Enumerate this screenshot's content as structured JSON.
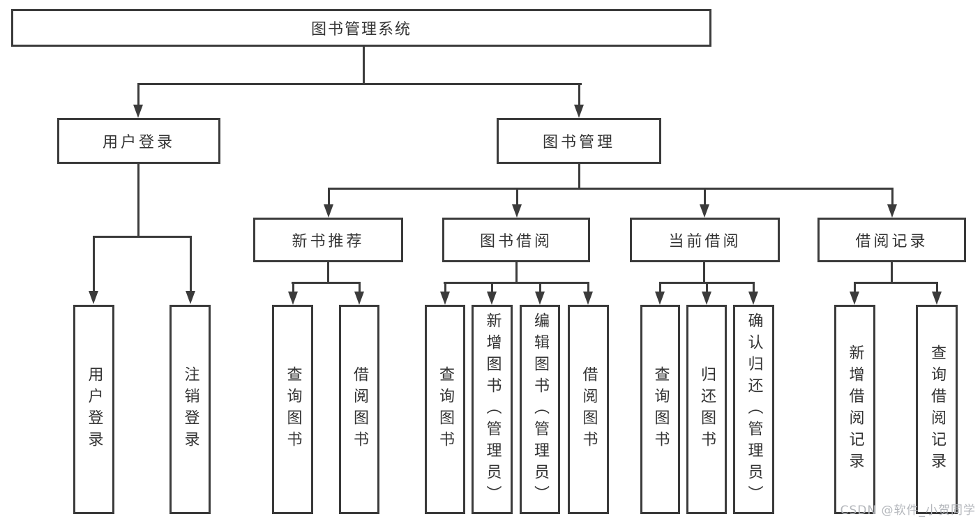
{
  "watermark": "CSDN @软件_小贺同学",
  "colors": {
    "line": "#3b3b3b",
    "text": "#333333",
    "background": "#ffffff",
    "watermark": "#b4b7bc"
  },
  "tree": {
    "root": {
      "label": "图书管理系统"
    },
    "branches": [
      {
        "label": "用户登录",
        "children": [
          {
            "label": "用户登录"
          },
          {
            "label": "注销登录"
          }
        ]
      },
      {
        "label": "图书管理",
        "children": [
          {
            "label": "新书推荐",
            "children": [
              {
                "label": "查询图书"
              },
              {
                "label": "借阅图书"
              }
            ]
          },
          {
            "label": "图书借阅",
            "children": [
              {
                "label": "查询图书"
              },
              {
                "label": "新增图书（管理员）"
              },
              {
                "label": "编辑图书（管理员）"
              },
              {
                "label": "借阅图书"
              }
            ]
          },
          {
            "label": "当前借阅",
            "children": [
              {
                "label": "查询图书"
              },
              {
                "label": "归还图书"
              },
              {
                "label": "确认归还（管理员）"
              }
            ]
          },
          {
            "label": "借阅记录",
            "children": [
              {
                "label": "新增借阅记录"
              },
              {
                "label": "查询借阅记录"
              }
            ]
          }
        ]
      }
    ]
  }
}
